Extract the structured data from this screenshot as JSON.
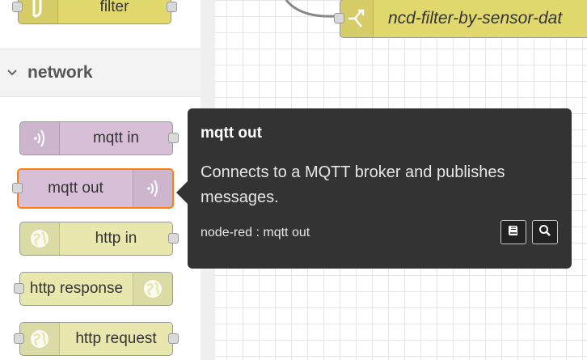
{
  "palette": {
    "filter_node_label": "filter",
    "category_title": "network",
    "nodes": [
      {
        "label": "mqtt in"
      },
      {
        "label": "mqtt out"
      },
      {
        "label": "http in"
      },
      {
        "label": "http response"
      },
      {
        "label": "http request"
      }
    ]
  },
  "workspace": {
    "flow_node_label": "ncd-filter-by-sensor-dat"
  },
  "tooltip": {
    "title": "mqtt out",
    "description": "Connects to a MQTT broker and publishes messages.",
    "module": "node-red : mqtt out",
    "icons": [
      "book-icon",
      "search-icon"
    ]
  },
  "colors": {
    "mqtt_node": "#d8bfd8",
    "http_node": "#e7e7ae",
    "filter_node": "#e2d96e",
    "selection": "#ff7f0e",
    "tooltip_bg": "#333333"
  }
}
